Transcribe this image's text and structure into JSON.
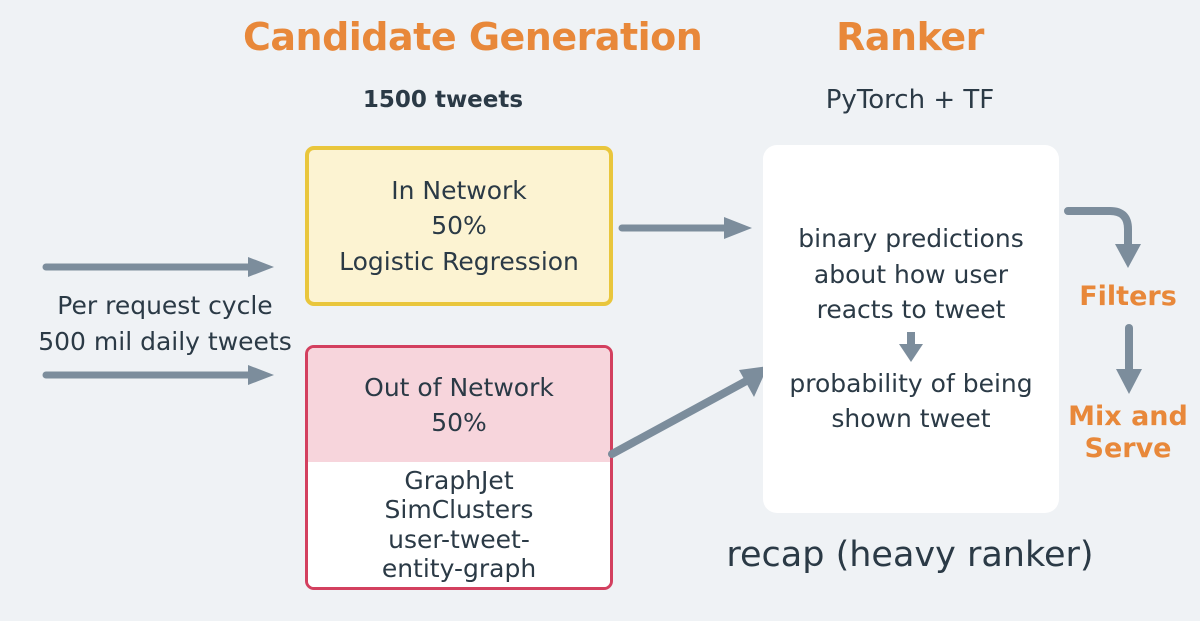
{
  "canvas": {
    "background": "#eff2f5",
    "accent_orange": "#e8883a",
    "text_dark": "#2b3a46",
    "arrow_gray": "#7c8d9c",
    "yellow_border": "#e9c63c",
    "yellow_fill": "#fcf3d2",
    "pink_border": "#d3405f",
    "pink_fill": "#f7d5dc",
    "card_white": "#ffffff"
  },
  "columns": {
    "candidate_generation": {
      "title": "Candidate Generation",
      "subtitle": "1500 tweets"
    },
    "ranker": {
      "title": "Ranker",
      "subtitle": "PyTorch + TF"
    }
  },
  "input": {
    "line1": "Per request cycle",
    "line2": "500 mil daily tweets"
  },
  "sources": [
    {
      "id": "in-network",
      "lines": [
        "In Network",
        "50%",
        "Logistic Regression"
      ],
      "share": "50%",
      "border_color": "#e9c63c",
      "fill_color": "#fcf3d2"
    },
    {
      "id": "out-of-network",
      "header_lines": [
        "Out of Network",
        "50%"
      ],
      "detail_lines": [
        "GraphJet",
        "SimClusters",
        "user-tweet-",
        "entity-graph"
      ],
      "share": "50%",
      "border_color": "#d3405f",
      "fill_color": "#f7d5dc"
    }
  ],
  "ranker_card": {
    "top_lines": [
      "binary predictions",
      "about how user",
      "reacts to tweet"
    ],
    "arrow": "down-arrow-icon",
    "bottom_lines": [
      "probability of being",
      "shown tweet"
    ]
  },
  "pipeline_stages": [
    {
      "id": "filters",
      "label": "Filters"
    },
    {
      "id": "mix-and-serve",
      "label": "Mix and\nServe",
      "label_line1": "Mix and",
      "label_line2": "Serve"
    }
  ],
  "caption": "recap (heavy ranker)",
  "arrows": [
    {
      "id": "input-to-in-network",
      "type": "straight-right"
    },
    {
      "id": "input-to-out-of-network",
      "type": "straight-right"
    },
    {
      "id": "in-network-to-ranker",
      "type": "straight-right"
    },
    {
      "id": "out-of-network-to-ranker",
      "type": "diagonal-up-right"
    },
    {
      "id": "ranker-to-filters",
      "type": "elbow-right-down"
    },
    {
      "id": "filters-to-mix-and-serve",
      "type": "straight-down"
    }
  ]
}
